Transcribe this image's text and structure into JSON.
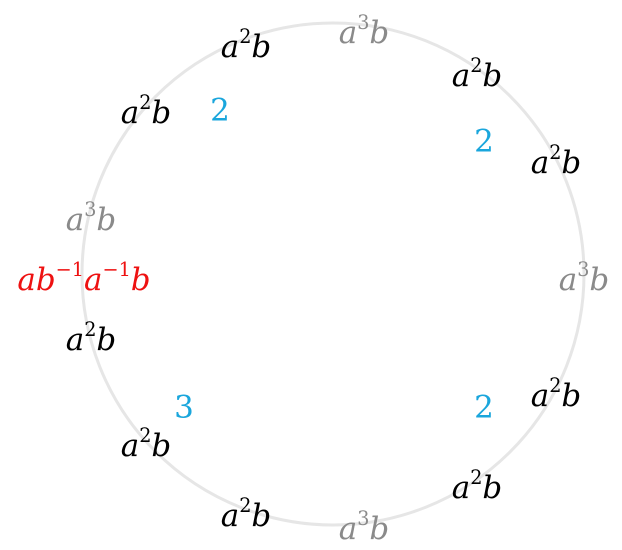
{
  "colors": {
    "circle": "#e6e6e6",
    "regular_label": "#000000",
    "faded_label": "#8a8a8a",
    "highlight_label": "#ee1111",
    "count": "#1aa6dc"
  },
  "labels": [
    {
      "id": "top-left-a2b",
      "base": "a",
      "exp": "2",
      "tail": "b",
      "style": "regular"
    },
    {
      "id": "top-a3b",
      "base": "a",
      "exp": "3",
      "tail": "b",
      "style": "faded"
    },
    {
      "id": "top-right-a2b",
      "base": "a",
      "exp": "2",
      "tail": "b",
      "style": "regular"
    },
    {
      "id": "upper-left-a2b",
      "base": "a",
      "exp": "2",
      "tail": "b",
      "style": "regular"
    },
    {
      "id": "right-upper-a2b",
      "base": "a",
      "exp": "2",
      "tail": "b",
      "style": "regular"
    },
    {
      "id": "left-a3b",
      "base": "a",
      "exp": "3",
      "tail": "b",
      "style": "faded"
    },
    {
      "id": "right-a3b",
      "base": "a",
      "exp": "3",
      "tail": "b",
      "style": "faded"
    },
    {
      "id": "left-a2b",
      "base": "a",
      "exp": "2",
      "tail": "b",
      "style": "regular"
    },
    {
      "id": "right-lower-a2b",
      "base": "a",
      "exp": "2",
      "tail": "b",
      "style": "regular"
    },
    {
      "id": "lower-left-a2b",
      "base": "a",
      "exp": "2",
      "tail": "b",
      "style": "regular"
    },
    {
      "id": "lower-right-a2b",
      "base": "a",
      "exp": "2",
      "tail": "b",
      "style": "regular"
    },
    {
      "id": "bottom-left-a2b",
      "base": "a",
      "exp": "2",
      "tail": "b",
      "style": "regular"
    },
    {
      "id": "bottom-a3b",
      "base": "a",
      "exp": "3",
      "tail": "b",
      "style": "faded"
    }
  ],
  "highlight": {
    "part1_base": "ab",
    "part1_exp": "−1",
    "part2_base": "a",
    "part2_exp": "−1",
    "part3": "b"
  },
  "counts": [
    "2",
    "2",
    "3",
    "2"
  ]
}
